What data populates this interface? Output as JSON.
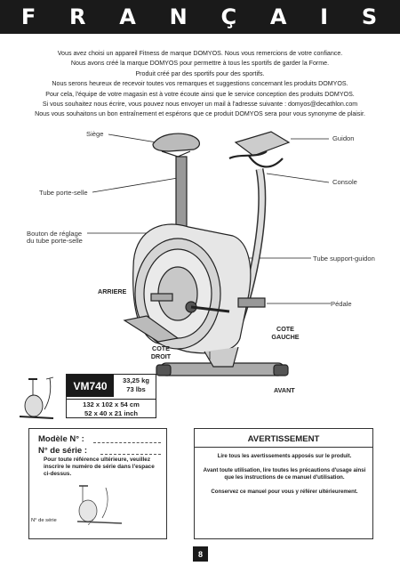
{
  "banner": {
    "letters": [
      "F",
      "R",
      "A",
      "N",
      "Ç",
      "A",
      "I",
      "S"
    ]
  },
  "intro": {
    "lines": [
      "Vous avez choisi un appareil Fitness de marque DOMYOS. Nous vous remercions de votre confiance.",
      "Nous avons créé la marque DOMYOS pour permettre à tous les sportifs de garder la Forme.",
      "Produit créé par des sportifs pour des sportifs.",
      "Nous serons heureux de recevoir toutes vos remarques et suggestions concernant les produits DOMYOS.",
      "Pour cela, l'équipe de votre magasin est à votre écoute ainsi que le service conception des produits DOMYOS.",
      "Si vous souhaitez nous écrire, vous pouvez nous envoyer un mail à l'adresse suivante : domyos@decathlon.com",
      "Nous vous souhaitons un bon entraînement et espérons que ce produit DOMYOS sera pour vous synonyme de plaisir."
    ]
  },
  "diagram": {
    "siege": "Siège",
    "guidon": "Guidon",
    "console": "Console",
    "tube_porte_selle": "Tube porte-selle",
    "bouton_line1": "Bouton de réglage",
    "bouton_line2": "du tube porte-selle",
    "tube_support": "Tube support-guidon",
    "pedale": "Pédale",
    "arriere": "ARRIERE",
    "cote_gauche_1": "COTE",
    "cote_gauche_2": "GAUCHE",
    "cote_droit_1": "COTE",
    "cote_droit_2": "DROIT",
    "avant": "AVANT"
  },
  "specs": {
    "model": "VM740",
    "weight_kg": "33,25 kg",
    "weight_lbs": "73 lbs",
    "dims_cm": "132 x 102 x 54 cm",
    "dims_inch": "52 x 40 x 21 inch"
  },
  "serial": {
    "modele_label": "Modèle N° :",
    "serie_label": "N° de série :",
    "help": "Pour toute référence ultérieure, veuillez inscrire le numéro de série dans l'espace ci-dessus.",
    "n_serie_small": "N° de série"
  },
  "warning": {
    "title": "AVERTISSEMENT",
    "p1": "Lire tous les avertissements apposés sur le produit.",
    "p2": "Avant toute utilisation, lire toutes les précautions d'usage ainsi que les instructions de ce manuel d'utilisation.",
    "p3": "Conservez ce manuel pour vous y référer ultérieurement."
  },
  "page_number": "8"
}
